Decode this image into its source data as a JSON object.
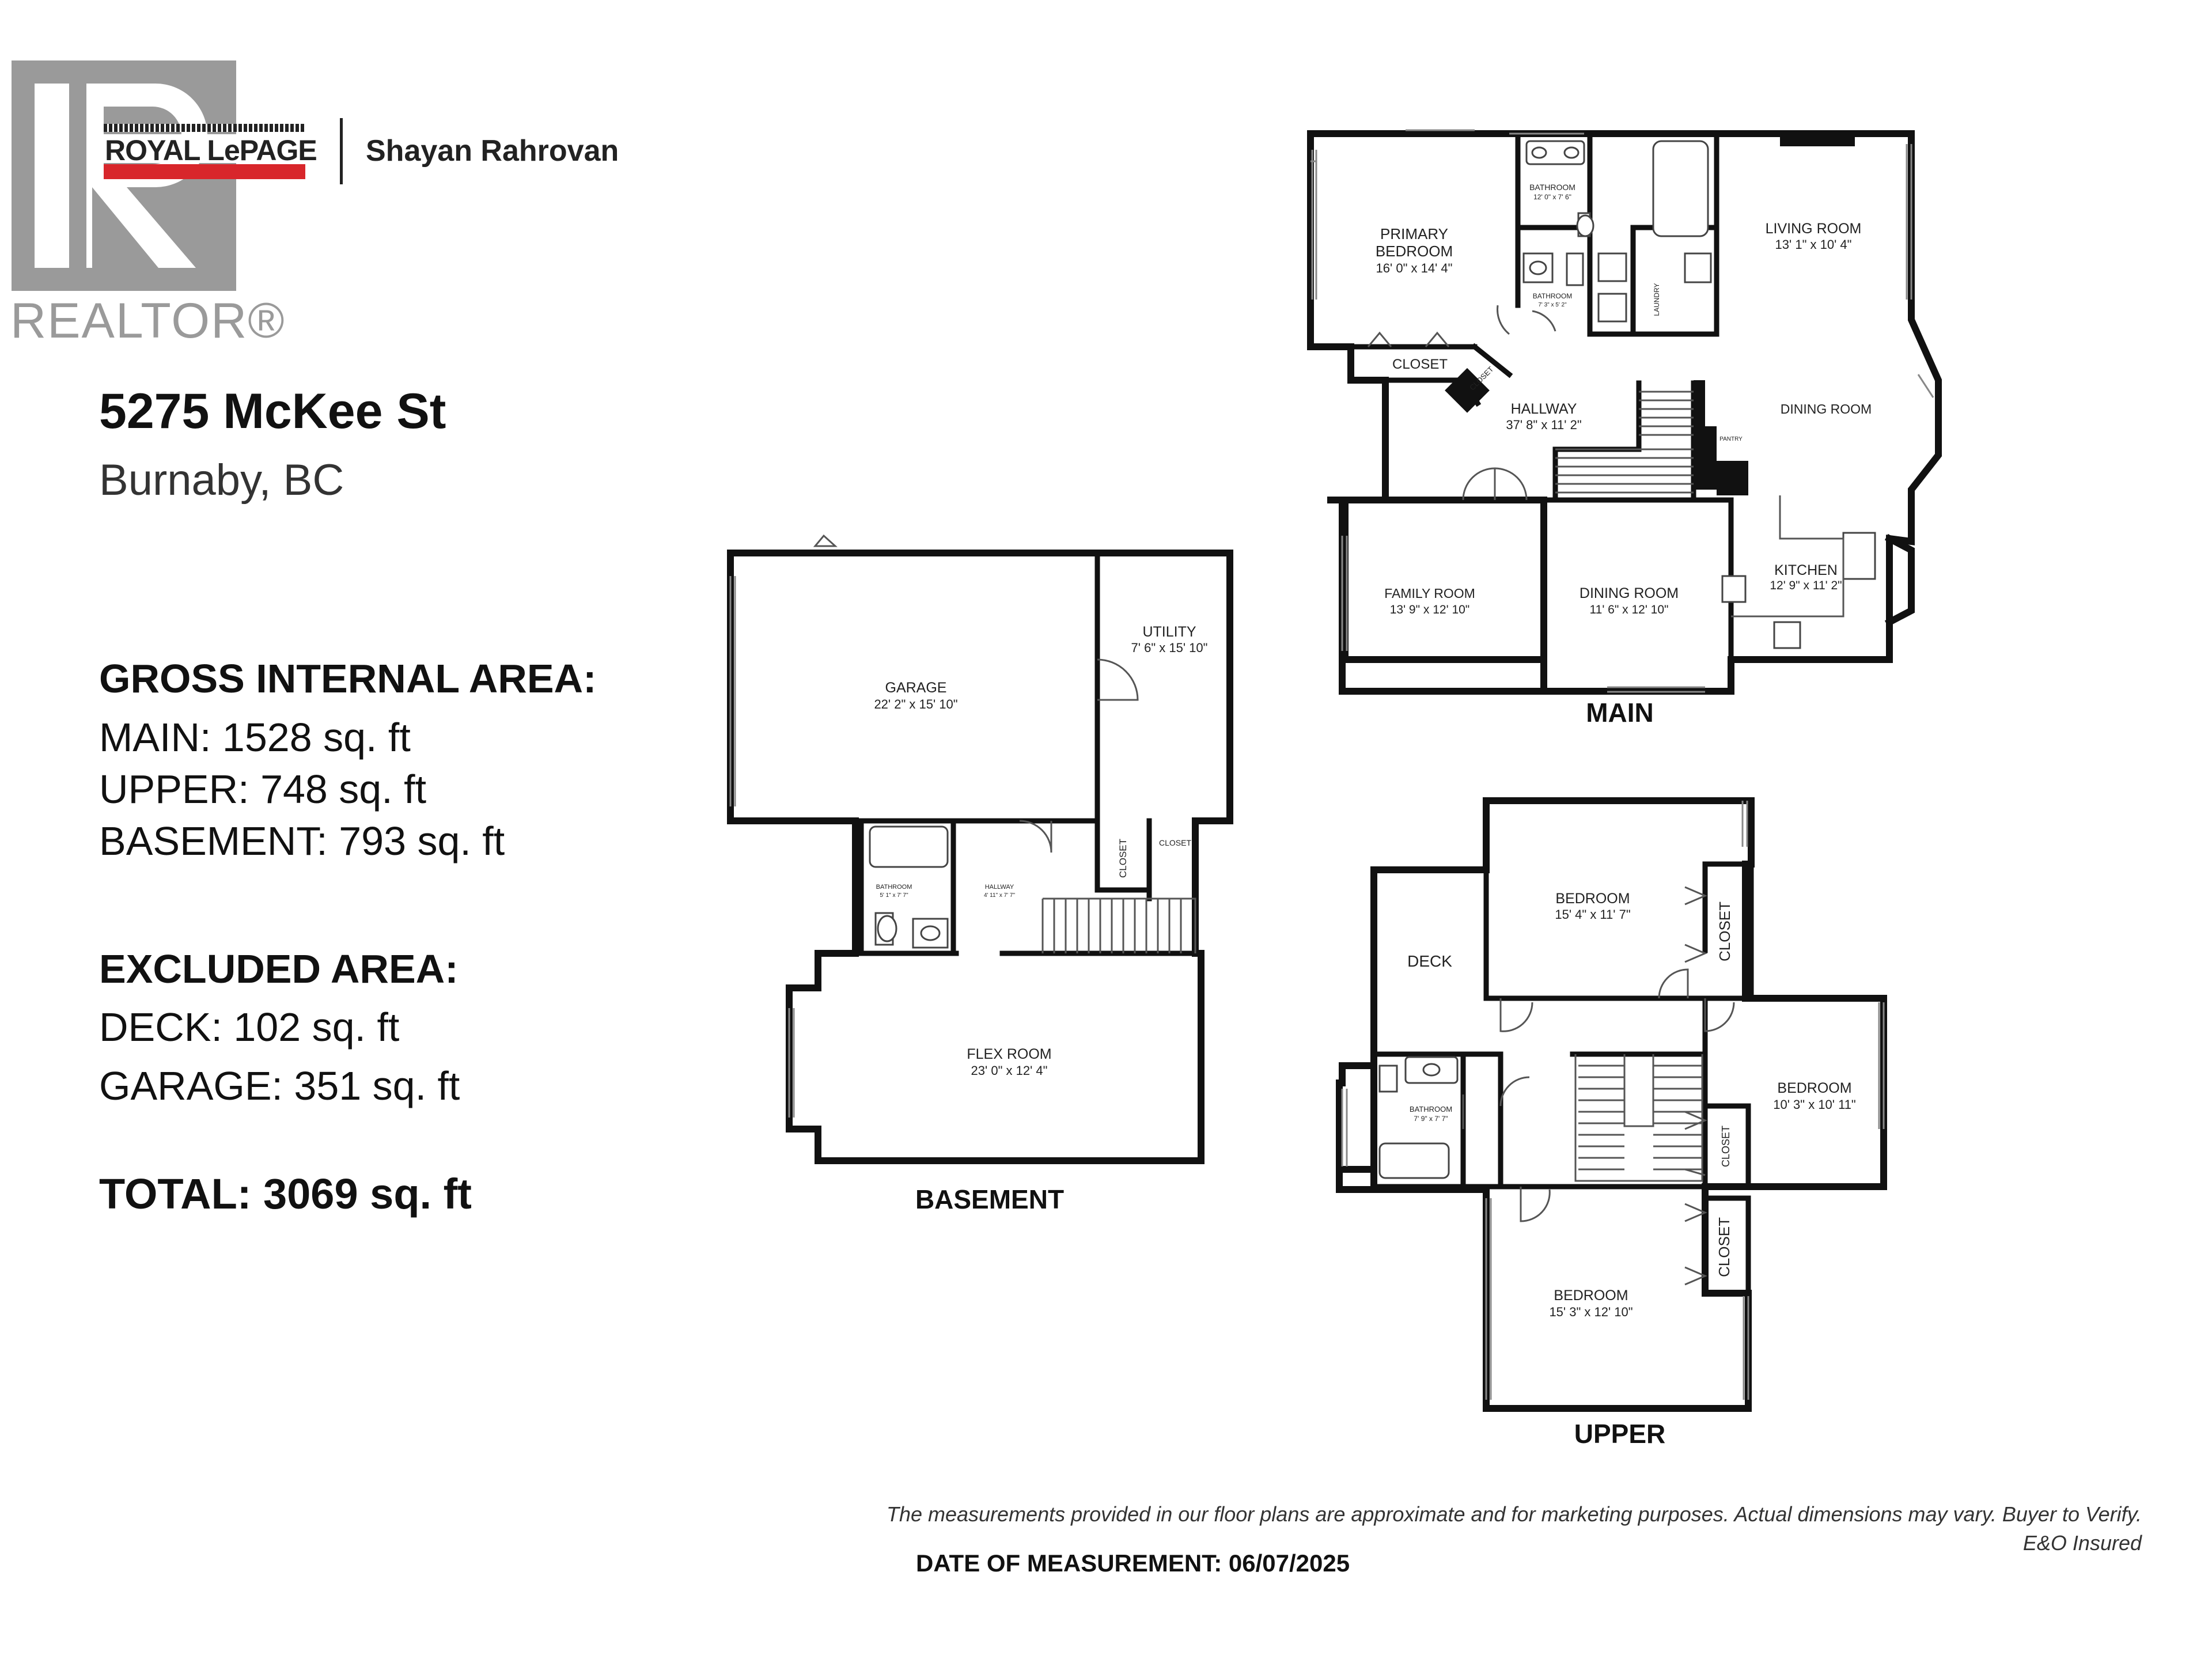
{
  "header": {
    "brand_wordmark": "ROYAL LePAGE",
    "agent_name": "Shayan Rahrovan",
    "realtor_mark": "REALTOR®"
  },
  "property": {
    "address": "5275 McKee St",
    "city": "Burnaby, BC"
  },
  "areas": {
    "gross_title": "GROSS INTERNAL AREA:",
    "gross": [
      "MAIN: 1528 sq. ft",
      "UPPER: 748 sq. ft",
      "BASEMENT: 793 sq. ft"
    ],
    "excluded_title": "EXCLUDED AREA:",
    "excluded": [
      "DECK: 102 sq. ft",
      "GARAGE: 351 sq. ft"
    ],
    "total": "TOTAL: 3069 sq. ft"
  },
  "floors": {
    "main": {
      "title": "MAIN",
      "primary_bedroom": {
        "name": "PRIMARY",
        "name2": "BEDROOM",
        "dim": "16' 0\" x 14' 4\""
      },
      "bathroom_top": {
        "name": "BATHROOM",
        "dim": "12' 0\" x 7' 6\""
      },
      "bathroom_small": {
        "name": "BATHROOM",
        "dim": "7' 3\" x 5' 2\""
      },
      "laundry": "LAUNDRY",
      "closet": "CLOSET",
      "closet_small": "CLOSET",
      "living_room": {
        "name": "LIVING ROOM",
        "dim": "13' 1\" x 10' 4\""
      },
      "hallway": {
        "name": "HALLWAY",
        "dim": "37' 8\" x 11' 2\""
      },
      "dining_room_right": {
        "name": "DINING ROOM"
      },
      "pantry": "PANTRY",
      "family_room": {
        "name": "FAMILY ROOM",
        "dim": "13' 9\" x 12' 10\""
      },
      "dining_room": {
        "name": "DINING ROOM",
        "dim": "11' 6\" x 12' 10\""
      },
      "kitchen": {
        "name": "KITCHEN",
        "dim": "12' 9\" x 11' 2\""
      }
    },
    "basement": {
      "title": "BASEMENT",
      "garage": {
        "name": "GARAGE",
        "dim": "22' 2\" x 15' 10\""
      },
      "utility": {
        "name": "UTILITY",
        "dim": "7' 6\" x 15' 10\""
      },
      "bathroom": {
        "name": "BATHROOM",
        "dim": "5' 1\" x 7' 7\""
      },
      "hallway": {
        "name": "HALLWAY",
        "dim": "4' 11\" x 7' 7\""
      },
      "closet_a": "CLOSET",
      "closet_b": "CLOSET",
      "flex_room": {
        "name": "FLEX ROOM",
        "dim": "23' 0\" x 12' 4\""
      }
    },
    "upper": {
      "title": "UPPER",
      "bedroom1": {
        "name": "BEDROOM",
        "dim": "15' 4\" x 11' 7\""
      },
      "deck": "DECK",
      "closet1": "CLOSET",
      "bathroom": {
        "name": "BATHROOM",
        "dim": "7' 9\" x 7' 7\""
      },
      "bedroom2": {
        "name": "BEDROOM",
        "dim": "10' 3\" x 10' 11\""
      },
      "closet2": "CLOSET",
      "bedroom3": {
        "name": "BEDROOM",
        "dim": "15' 3\" x 12' 10\""
      },
      "closet3": "CLOSET"
    }
  },
  "footer": {
    "disclaimer": "The measurements provided in our floor plans are approximate and for marketing purposes. Actual dimensions may vary. Buyer to Verify.",
    "insured": "E&O Insured",
    "date": "DATE OF MEASUREMENT: 06/07/2025"
  },
  "colors": {
    "brand_red": "#d8262b",
    "realtor_grey": "#9a9a9a",
    "wall": "#111111"
  }
}
